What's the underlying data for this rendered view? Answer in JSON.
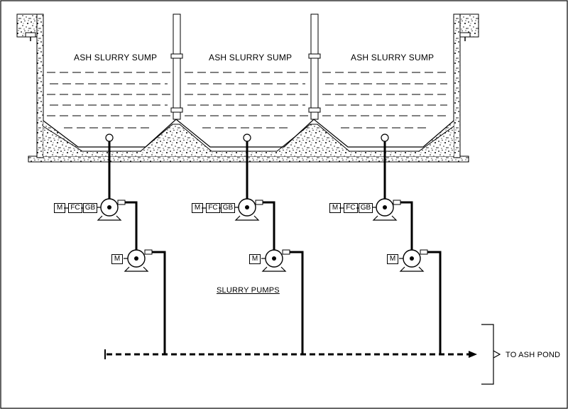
{
  "sump_label": "ASH SLURRY SUMP",
  "pump_group_label": "SLURRY PUMPS",
  "destination_label": "TO ASH POND",
  "drive_upper": [
    "M",
    "FC",
    "GB"
  ],
  "drive_lower": [
    "M"
  ],
  "colors": {
    "line": "#000000",
    "background": "#ffffff"
  }
}
